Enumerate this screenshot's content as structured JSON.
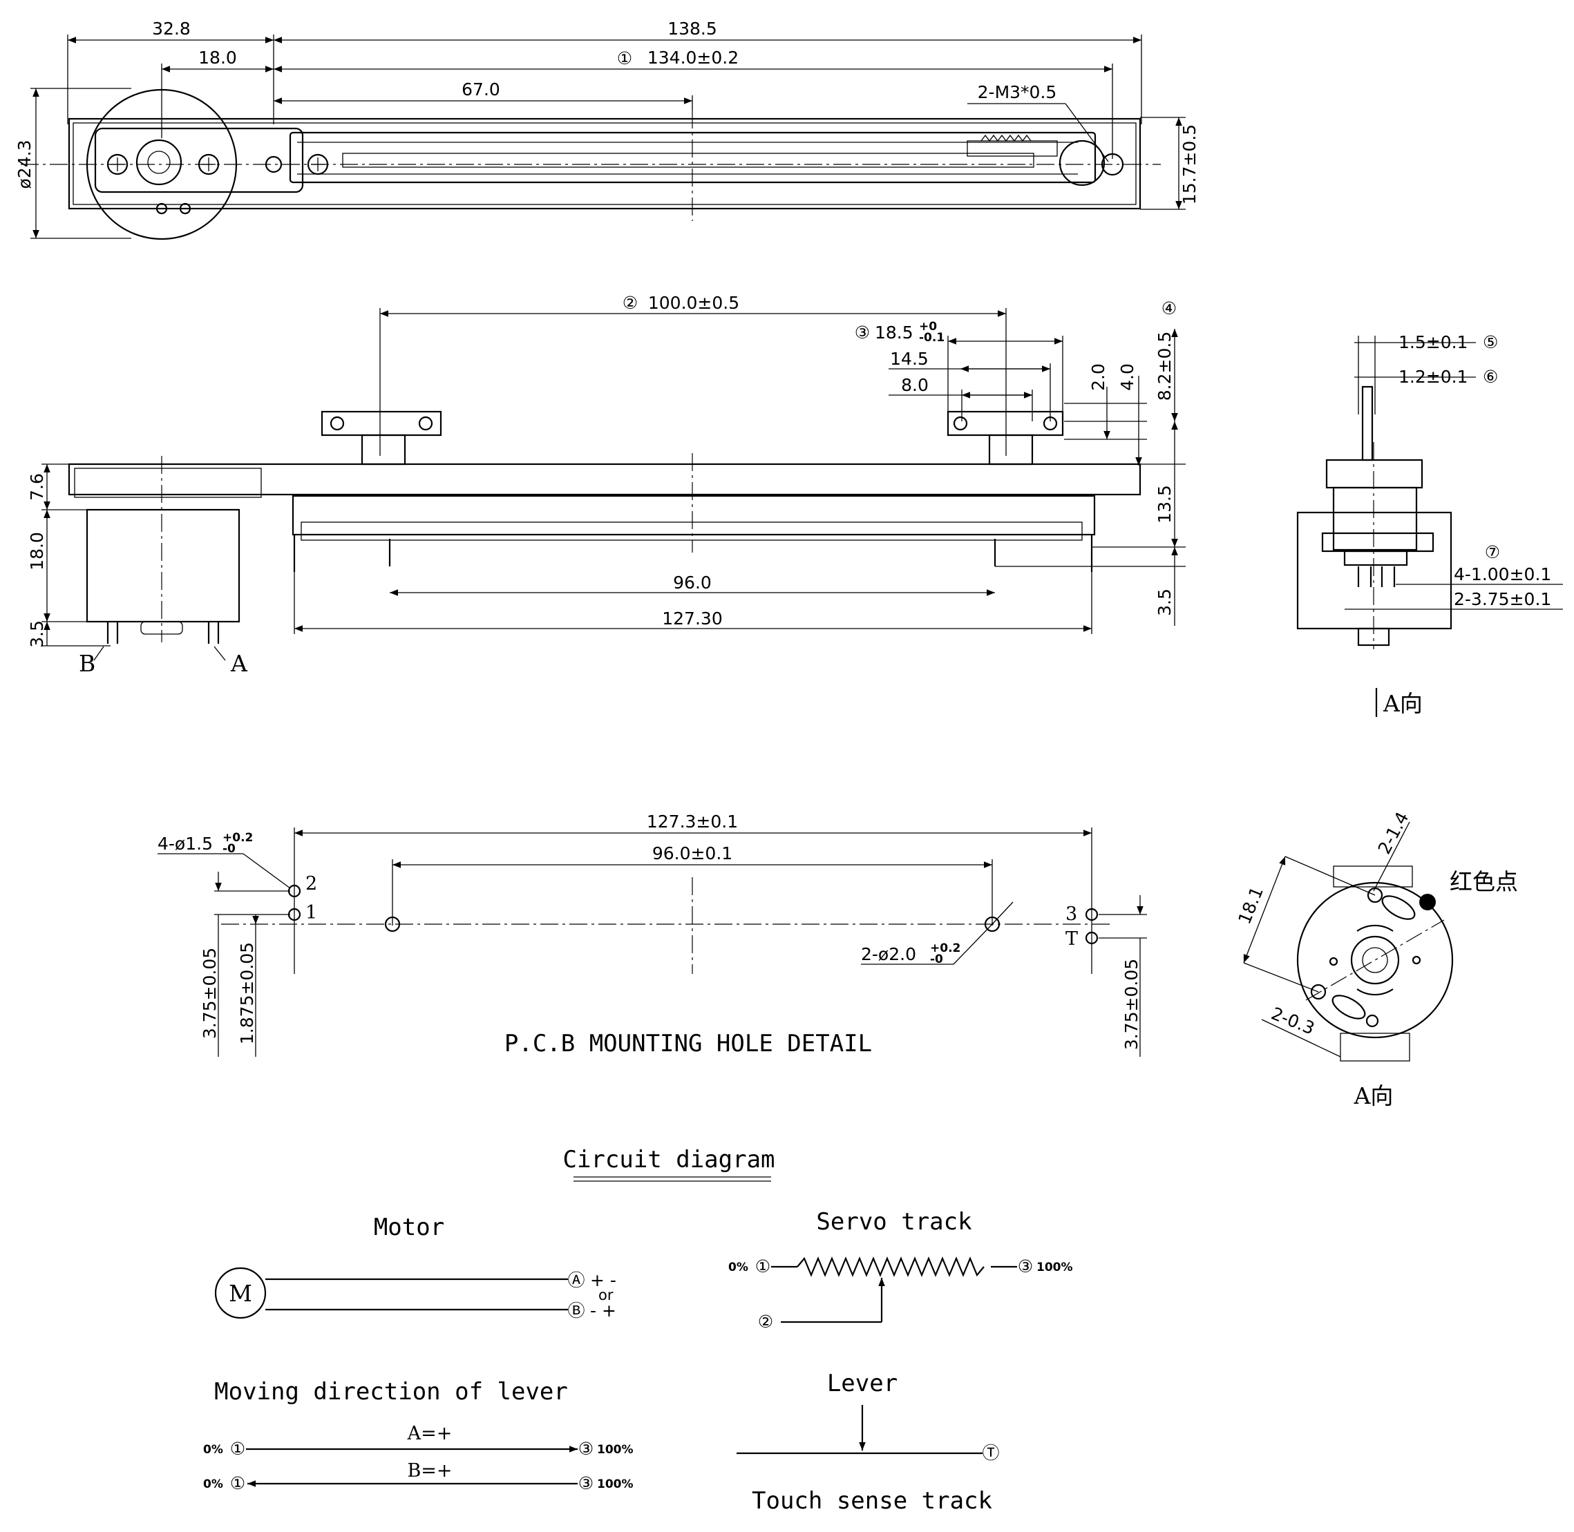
{
  "top_view": {
    "dims": [
      "32.8",
      "138.5",
      "18.0",
      "134.0±0.2",
      "67.0",
      "2-M3*0.5",
      "ø24.3",
      "15.7±0.5"
    ],
    "markers": [
      "①"
    ]
  },
  "front_view": {
    "dims": [
      "100.0±0.5",
      "18.5",
      "+0",
      "-0.1",
      "14.5",
      "8.0",
      "2.0",
      "4.0",
      "8.2±0.5",
      "7.6",
      "18.0",
      "3.5",
      "13.5",
      "3.5",
      "96.0",
      "127.30"
    ],
    "markers": [
      "②",
      "③",
      "④"
    ],
    "terminals": [
      "B",
      "A"
    ]
  },
  "side_view": {
    "dims": [
      "1.5±0.1",
      "1.2±0.1",
      "4-1.00±0.1",
      "2-3.75±0.1"
    ],
    "markers": [
      "⑤",
      "⑥",
      "⑦"
    ],
    "label": "A向"
  },
  "pcb": {
    "title": "P.C.B MOUNTING HOLE DETAIL",
    "dims": [
      "127.3±0.1",
      "96.0±0.1",
      "4-ø1.5",
      "+0.2",
      "-0",
      "2-ø2.0",
      "+0.2",
      "-0",
      "3.75±0.05",
      "1.875±0.05",
      "3.75±0.05"
    ],
    "pins": [
      "2",
      "1",
      "3",
      "T"
    ]
  },
  "motor_end": {
    "dims": [
      "18.1",
      "2-1.4",
      "2-0.3"
    ],
    "red_dot_label": "红色点",
    "label": "A向",
    "red_dot_color": "#000000"
  },
  "circuit": {
    "title": "Circuit diagram",
    "motor": {
      "title": "Motor",
      "symbol": "M",
      "terminals": [
        "Ⓐ",
        "Ⓑ"
      ],
      "pol_a": "+ -",
      "or": "or",
      "pol_b": "- +"
    },
    "servo": {
      "title": "Servo track",
      "left": "0%",
      "right": "100%",
      "n1": "①",
      "n2": "②",
      "n3": "③"
    },
    "moving": {
      "title": "Moving direction of lever",
      "a": "A=+",
      "b": "B=+",
      "left": "0%",
      "right": "100%",
      "n1": "①",
      "n3": "③"
    },
    "lever": {
      "title": "Lever",
      "terminal": "Ⓣ",
      "track": "Touch sense track"
    }
  }
}
